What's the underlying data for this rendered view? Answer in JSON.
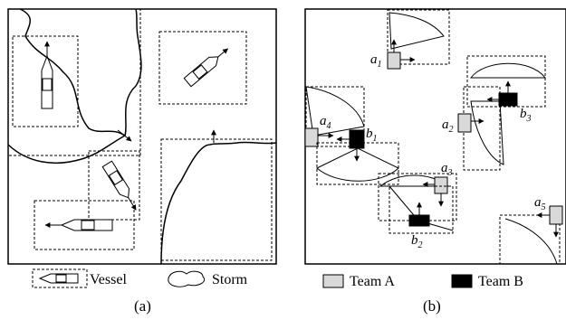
{
  "panel_a": {
    "caption": "(a)",
    "legend": {
      "vessel_label": "Vessel",
      "storm_label": "Storm"
    }
  },
  "panel_b": {
    "caption": "(b)",
    "legend": {
      "team_a_label": "Team A",
      "team_b_label": "Team B"
    },
    "agents": [
      {
        "name": "a",
        "sub": "1",
        "team": "A"
      },
      {
        "name": "a",
        "sub": "2",
        "team": "A"
      },
      {
        "name": "a",
        "sub": "3",
        "team": "A"
      },
      {
        "name": "a",
        "sub": "4",
        "team": "A"
      },
      {
        "name": "a",
        "sub": "5",
        "team": "A"
      },
      {
        "name": "b",
        "sub": "1",
        "team": "B"
      },
      {
        "name": "b",
        "sub": "2",
        "team": "B"
      },
      {
        "name": "b",
        "sub": "3",
        "team": "B"
      }
    ]
  },
  "colors": {
    "team_a": "#d9d9d9",
    "team_b": "#000000",
    "line": "#000000"
  }
}
